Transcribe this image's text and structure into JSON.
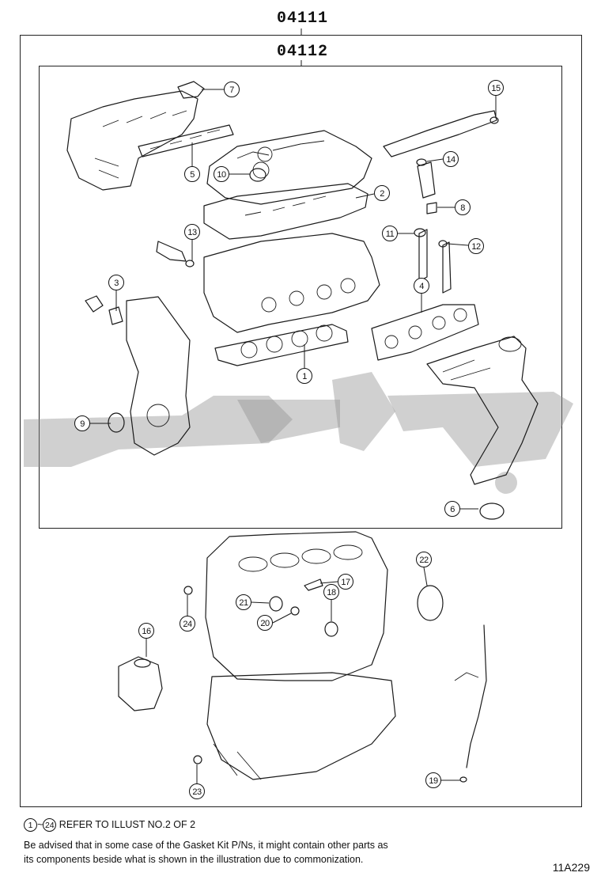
{
  "titles": {
    "outer_kit": "04111",
    "inner_kit": "04112"
  },
  "callouts": [
    "1",
    "2",
    "3",
    "4",
    "5",
    "6",
    "7",
    "8",
    "9",
    "10",
    "11",
    "12",
    "13",
    "14",
    "15",
    "16",
    "17",
    "18",
    "19",
    "20",
    "21",
    "22",
    "23",
    "24"
  ],
  "footer": {
    "ref_from": "1",
    "ref_sep": "~",
    "ref_to": "24",
    "ref_text": "REFER TO ILLUST NO.2 OF 2",
    "disclaimer_line1": "Be advised that in some case of the Gasket Kit P/Ns,  it might contain other parts as",
    "disclaimer_line2": "its components beside what is shown in the illustration due to commonization.",
    "illustration_code": "11A229"
  },
  "colors": {
    "line": "#1a1a1a",
    "watermark": "#8e8e8e",
    "background": "#ffffff"
  }
}
